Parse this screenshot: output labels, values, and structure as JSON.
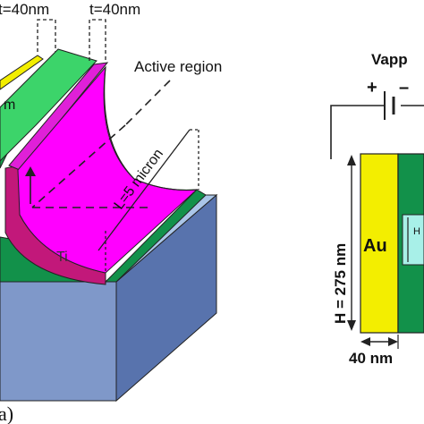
{
  "figure": {
    "panel_a": {
      "thickness_label_left": "t=40nm",
      "thickness_label_right": "t=40nm",
      "active_region_label": "Active region",
      "length_label": "L=5 micron",
      "partial_left_label": "m",
      "ti_label": "Ti",
      "panel_label": "a)"
    },
    "panel_b": {
      "voltage_label": "Vapp",
      "plus_sign": "+",
      "minus_sign": "–",
      "gold_label": "Au",
      "height_label": "H = 275 nm",
      "width_label": "40 nm",
      "partial_inner_label": "H"
    },
    "colors": {
      "magenta": "#ff00ff",
      "dark_magenta": "#c2187a",
      "green_light": "#3cd46a",
      "green_dark": "#119040",
      "gold": "#f3ee00",
      "substrate_blue": "#8098c8",
      "substrate_blue_dark": "#5873ad",
      "substrate_light": "#aac6e8",
      "cyan": "#a8f0e8"
    }
  }
}
